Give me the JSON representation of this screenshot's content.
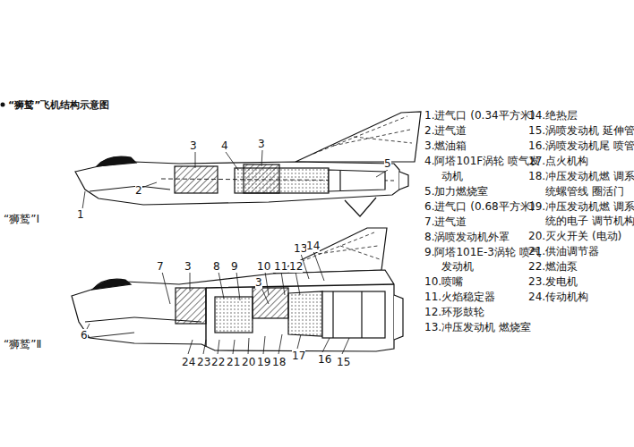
{
  "diagram": {
    "title": "“狮鹫”飞机结构示意图",
    "labels": [
      "1",
      "2",
      "3",
      "4",
      "3",
      "5",
      "“狮鹫”Ⅰ",
      "7",
      "3",
      "8",
      "9",
      "10",
      "11",
      "12",
      "13",
      "14",
      "3",
      "6",
      "24",
      "23",
      "22",
      "21",
      "20",
      "19",
      "18",
      "17",
      "16",
      "15",
      "“狮鹫”Ⅱ",
      "1.进气口 (0.34平方米)",
      "2.进气道",
      "3.燃油箱",
      "4.阿塔101F涡轮 喷气发动机",
      "5.加力燃烧室",
      "6.进气口 (0.68平方米)",
      "7.进气道",
      "8.涡喷发动机外罩",
      "9.阿塔101E-3涡轮 喷气发动机",
      "10.喷嘴",
      "11.火焰稳定器",
      "12.环形鼓轮",
      "13.冲压发动机 燃烧室",
      "14.绝热层",
      "15.涡喷发动机 延伸管",
      "16.涡喷发动机尾 喷管",
      "17.点火机构",
      "18.冲压发动机燃 调系统螺管线 圈活门",
      "19.冲压发动机燃 调系统的电子 调节机构",
      "20.灭火开关 (电动)",
      "21.供油调节器",
      "22.燃油泵",
      "23.发电机",
      "24.传动机构"
    ]
  }
}
